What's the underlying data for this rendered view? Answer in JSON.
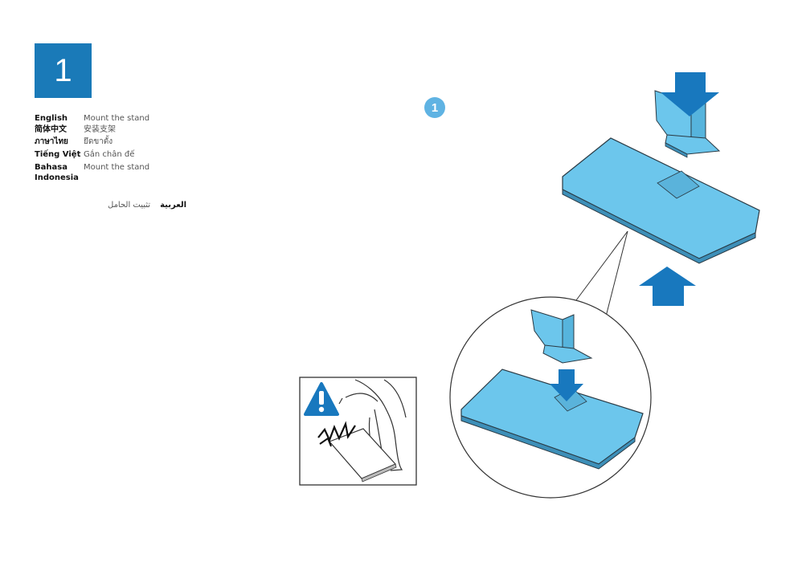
{
  "step": {
    "number": "1",
    "sub_number": "1"
  },
  "languages": [
    {
      "name": "English",
      "text": "Mount the stand"
    },
    {
      "name": "简体中文",
      "text": "安装支架"
    },
    {
      "name": "ภาษาไทย",
      "text": "ยึดขาตั้ง"
    },
    {
      "name": "Tiếng Việt",
      "text": "Gắn chân đế"
    },
    {
      "name": "Bahasa Indonesia",
      "text": "Mount the stand"
    }
  ],
  "arabic": {
    "name": "العربية",
    "text": "تثبيت الحامل"
  },
  "colors": {
    "brand_blue": "#1a7ab8",
    "stand_blue": "#6cc6ec",
    "circle_blue": "#5fb3e3"
  },
  "icons": {
    "warning": "warning-triangle-icon"
  }
}
